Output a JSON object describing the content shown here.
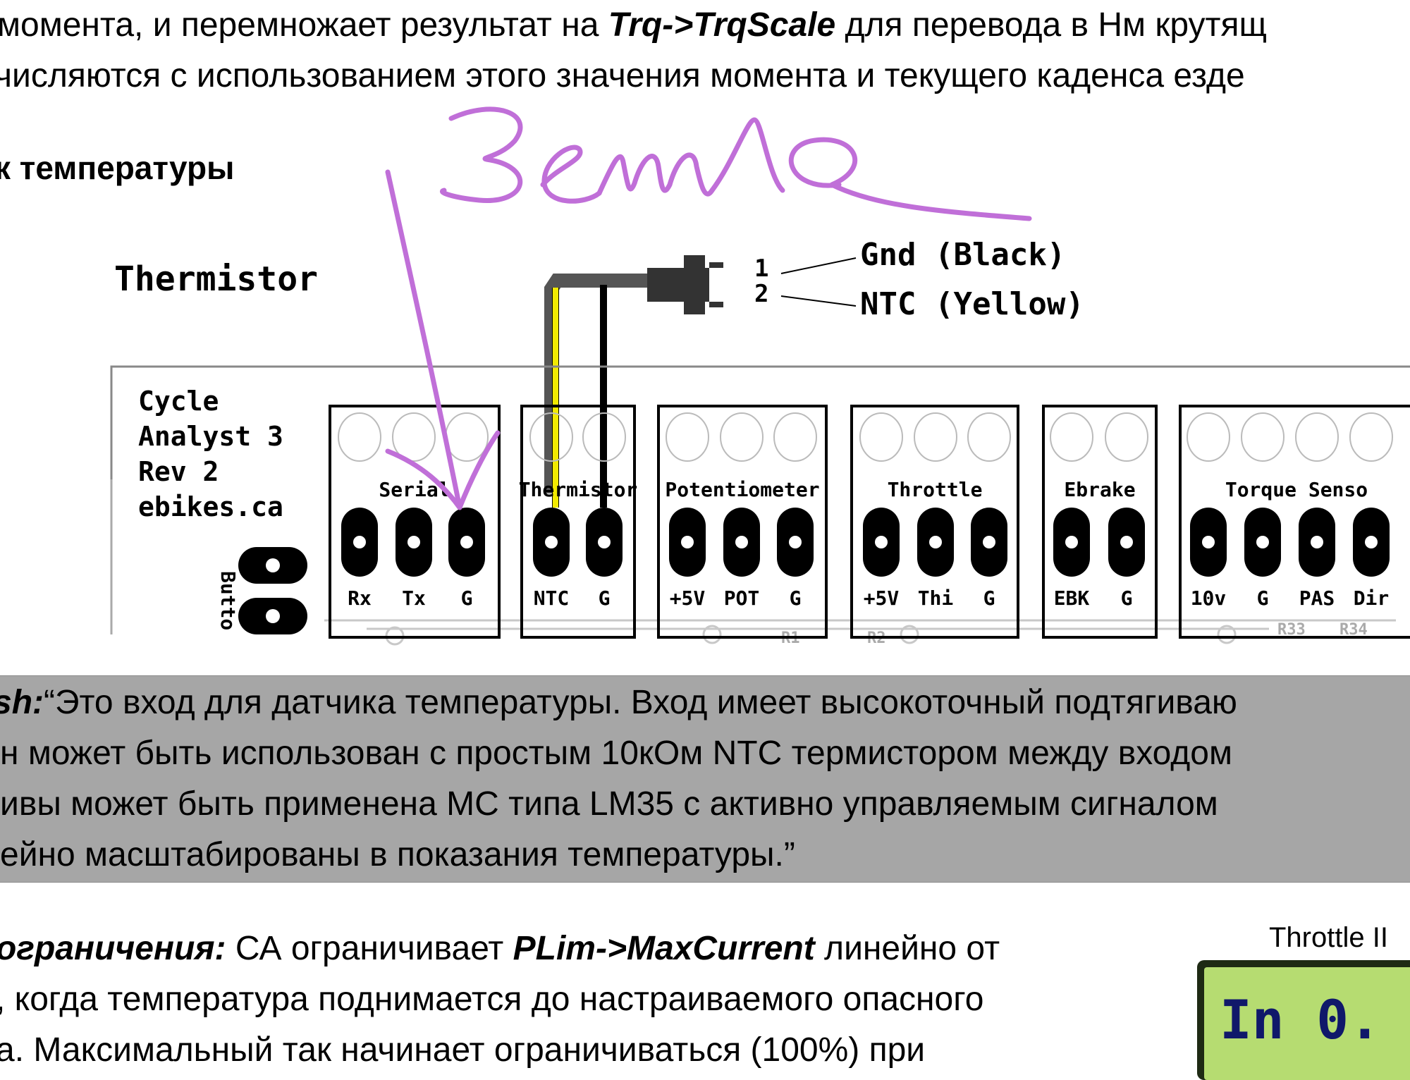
{
  "document": {
    "top_line_1": {
      "before": "момента, и перемножает результат на ",
      "emph": "Trq->TrqScale",
      "after": " для перевода в Нм крутящ"
    },
    "top_line_2": "числяются с использованием этого значения момента и текущего каденса езде",
    "section_heading": "к температуры"
  },
  "schematic": {
    "title": "Thermistor",
    "board_label": [
      "Cycle",
      "Analyst 3",
      "Rev 2",
      "ebikes.ca"
    ],
    "connector_pin_numbers": [
      "1",
      "2"
    ],
    "wire_labels": [
      "Gnd (Black)",
      "NTC (Yellow)"
    ],
    "wire_colors": {
      "ntc": "#f2ea00",
      "gnd": "#000000",
      "connector": "#333333"
    },
    "groups": [
      {
        "name": "Serial",
        "pins": [
          "Rx",
          "Tx",
          "G"
        ]
      },
      {
        "name": "Thermistor",
        "pins": [
          "NTC",
          "G"
        ]
      },
      {
        "name": "Potentiometer",
        "pins": [
          "+5V",
          "POT",
          "G"
        ]
      },
      {
        "name": "Throttle",
        "pins": [
          "+5V",
          "Thi",
          "G"
        ]
      },
      {
        "name": "Ebrake",
        "pins": [
          "EBK",
          "G"
        ]
      },
      {
        "name": "Torque Senso",
        "pins": [
          "10v",
          "G",
          "PAS",
          "Dir"
        ]
      }
    ],
    "side_label": "Butto",
    "component_labels": [
      "R1",
      "R2",
      "R33",
      "R34"
    ]
  },
  "annotation": {
    "handwritten_text": "Земля",
    "color": "#c06fd8"
  },
  "quote": {
    "lead": "sh:",
    "line1": "“Это вход для датчика температуры. Вход имеет высокоточный подтягиваю",
    "line2": "н может быть использован с простым 10кОм NTC термистором между входом",
    "line3": "ивы может быть применена МС типа LM35 с активно управляемым сигналом",
    "line4": "ейно масштабированы в показания температуры.”"
  },
  "body": {
    "line1": {
      "emph1": "ограничения:",
      "mid": " СА ограничивает ",
      "emph2": "PLim->MaxCurrent",
      "after": " линейно от"
    },
    "line2": ", когда температура поднимается до настраиваемого опасного",
    "line3": "а. Максимальный так начинает ограничиваться (100%) при"
  },
  "lcd": {
    "title": "Throttle II",
    "text": "In 0."
  }
}
